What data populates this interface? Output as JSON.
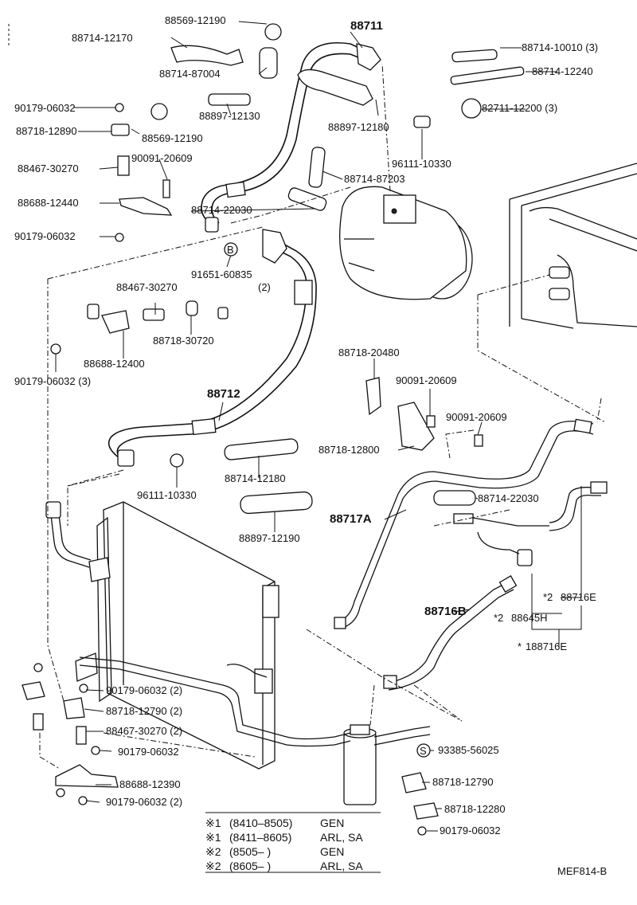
{
  "diagram": {
    "code": "MEF814-B",
    "labels": [
      "88569-12190",
      "88714-12170",
      "88711",
      "88714-10010 (3)",
      "88714-87004",
      "88714-12240",
      "90179-06032",
      "88897-12130",
      "82711-12200 (3)",
      "88718-12890",
      "88569-12190",
      "88897-12180",
      "90091-20609",
      "96111-10330",
      "88467-30270",
      "88714-87203",
      "88688-12440",
      "88714-22030",
      "90179-06032",
      "91651-60835",
      "(2)",
      "88467-30270",
      "88718-30720",
      "88688-12400",
      "90179-06032 (3)",
      "88718-20480",
      "90091-20609",
      "90091-20609",
      "88712",
      "88718-12800",
      "96111-10330",
      "88714-12180",
      "88714-22030",
      "88717A",
      "88897-12190",
      "88716B",
      "88716E",
      "88645H",
      "188716E",
      "90179-06032 (2)",
      "88718-12790 (2)",
      "88467-30270 (2)",
      "90179-06032",
      "88688-12390",
      "90179-06032 (2)",
      "93385-56025",
      "88718-12790",
      "88718-12280",
      "90179-06032"
    ],
    "star_marks": [
      "*2",
      "*2",
      "*"
    ],
    "bold_labels": [
      "88711",
      "88712",
      "88717A",
      "88716B"
    ],
    "circle_marks": [
      "B",
      "S"
    ],
    "notes": [
      {
        "mark": "※1",
        "range": "(8410–8505)",
        "spec": "GEN"
      },
      {
        "mark": "※1",
        "range": "(8411–8605)",
        "spec": "ARL, SA"
      },
      {
        "mark": "※2",
        "range": "(8505–        )",
        "spec": "GEN"
      },
      {
        "mark": "※2",
        "range": "(8605–        )",
        "spec": "ARL, SA"
      }
    ]
  }
}
